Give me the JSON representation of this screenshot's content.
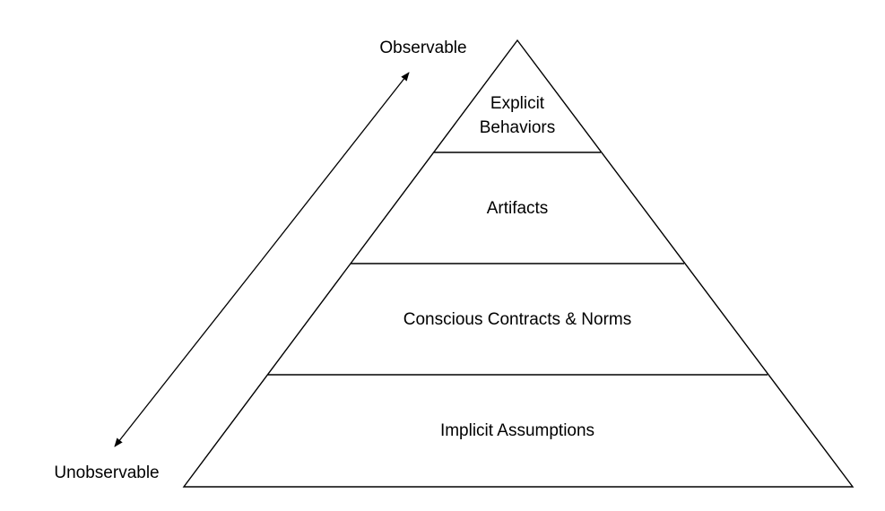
{
  "axis": {
    "top_label": "Observable",
    "bottom_label": "Unobservable"
  },
  "pyramid": {
    "tiers": [
      {
        "lines": [
          "Explicit",
          "Behaviors"
        ]
      },
      {
        "lines": [
          "Artifacts"
        ]
      },
      {
        "lines": [
          "Conscious Contracts & Norms"
        ]
      },
      {
        "lines": [
          "Implicit Assumptions"
        ]
      }
    ]
  },
  "colors": {
    "stroke": "#000000",
    "text": "#000000",
    "background": "#ffffff"
  }
}
